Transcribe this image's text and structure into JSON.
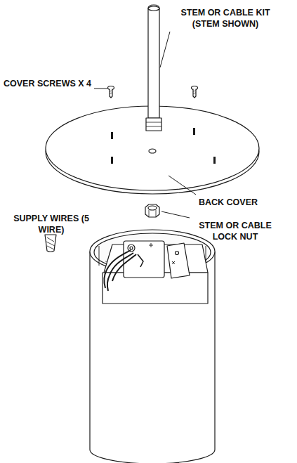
{
  "diagram": {
    "labels": [
      "STEM OR CABLE KIT (STEM SHOWN)",
      "COVER SCREWS X 4",
      "BACK COVER",
      "SUPPLY WIRES (5 WIRE)",
      "STEM OR CABLE LOCK NUT"
    ]
  }
}
